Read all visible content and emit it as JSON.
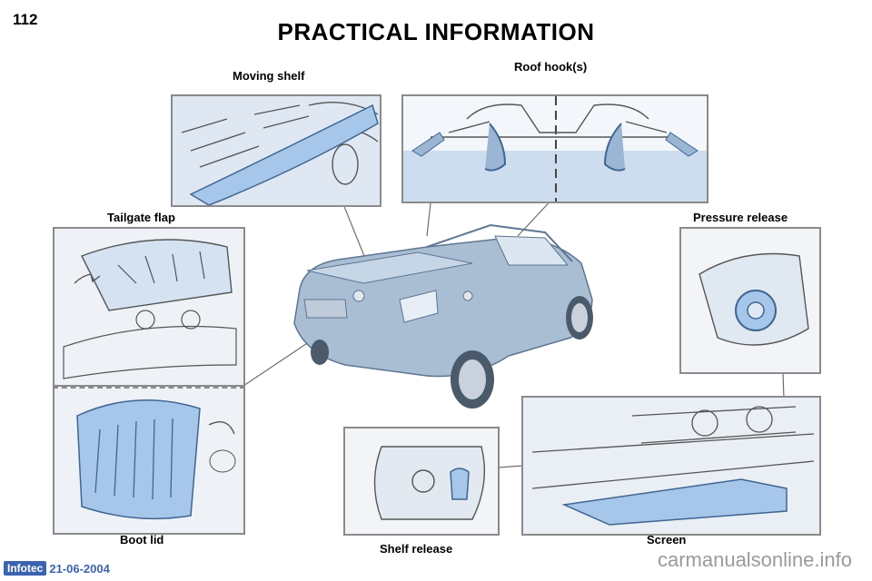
{
  "header": {
    "page_number": "112",
    "title": "PRACTICAL INFORMATION"
  },
  "labels": {
    "moving_shelf": "Moving shelf",
    "roof_hooks": "Roof hook(s)",
    "tailgate_flap": "Tailgate flap",
    "pressure_release": "Pressure release",
    "boot_lid": "Boot lid",
    "shelf_release": "Shelf release",
    "screen": "Screen"
  },
  "footer": {
    "logo": "Infotec",
    "date": "21-06-2004"
  },
  "watermark": "carmanualsonline.info",
  "colors": {
    "accent_blue": "#3c63b0",
    "highlight_blue": "#b9d3ef",
    "car_body": "#9fb4cc"
  }
}
